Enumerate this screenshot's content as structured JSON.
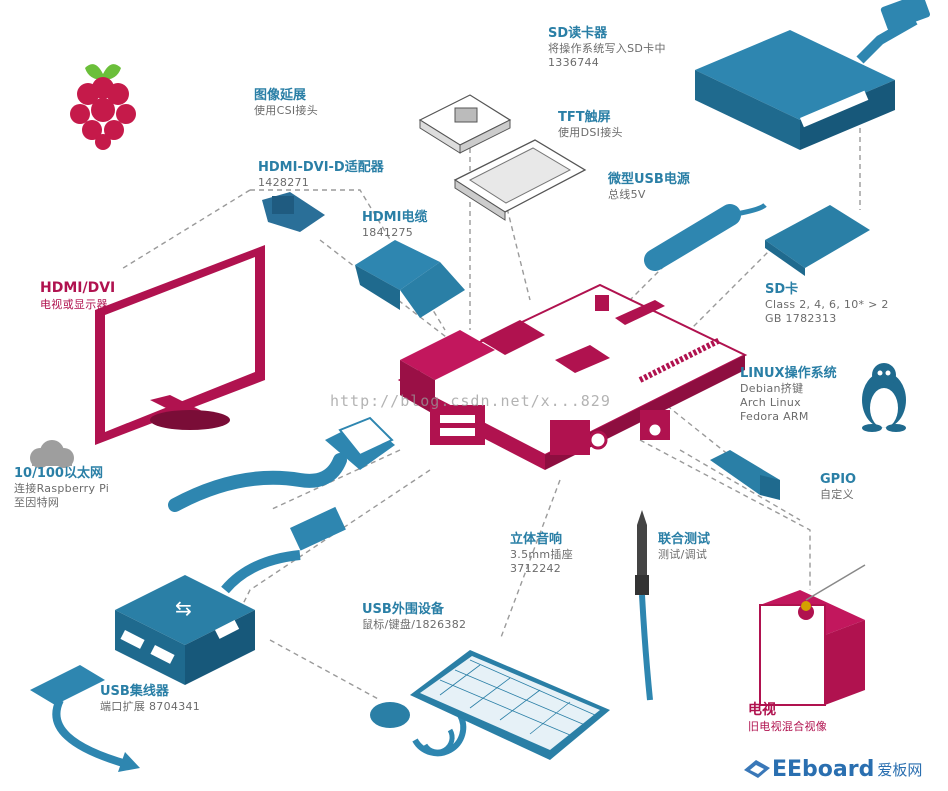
{
  "labels": {
    "sd_reader": {
      "title": "SD读卡器",
      "line1": "将操作系统写入SD卡中",
      "line2": "1336744"
    },
    "camera": {
      "title": "图像延展",
      "line1": "使用CSI接头"
    },
    "tft": {
      "title": "TFT触屏",
      "line1": "使用DSI接头"
    },
    "hdmi_adapter": {
      "title": "HDMI-DVI-D适配器",
      "line1": "1428271"
    },
    "micro_usb": {
      "title": "微型USB电源",
      "line1": "总线5V"
    },
    "hdmi_cable": {
      "title": "HDMI电缆",
      "line1": "1841275"
    },
    "sd_card": {
      "title": "SD卡",
      "line1": "Class 2, 4, 6, 10* > 2",
      "line2": "GB 1782313"
    },
    "monitor": {
      "title": "HDMI/DVI",
      "line1": "电视或显示器"
    },
    "linux": {
      "title": "LINUX操作系统",
      "line1": "Debian挤键",
      "line2": "Arch Linux",
      "line3": "Fedora ARM"
    },
    "ethernet": {
      "title": "10/100以太网",
      "line1": "连接Raspberry Pi",
      "line2": "至因特网"
    },
    "gpio": {
      "title": "GPIO",
      "line1": "自定义"
    },
    "audio": {
      "title": "立体音响",
      "line1": "3.5mm插座",
      "line2": "3712242"
    },
    "jtag": {
      "title": "联合测试",
      "line1": "测试/调试"
    },
    "usb_periph": {
      "title": "USB外围设备",
      "line1": "鼠标/键盘/1826382"
    },
    "usb_hub": {
      "title": "USB集线器",
      "line1": "端口扩展 8704341"
    },
    "tv": {
      "title": "电视",
      "line1": "旧电视混合视像"
    }
  },
  "watermark": "http://blog.csdn.net/x...829",
  "brand": {
    "logo": "EEboard",
    "cn": "爱板网"
  },
  "colors": {
    "blue": "#2a7fa6",
    "magenta": "#b0124f",
    "grey": "#6b6b6b"
  }
}
